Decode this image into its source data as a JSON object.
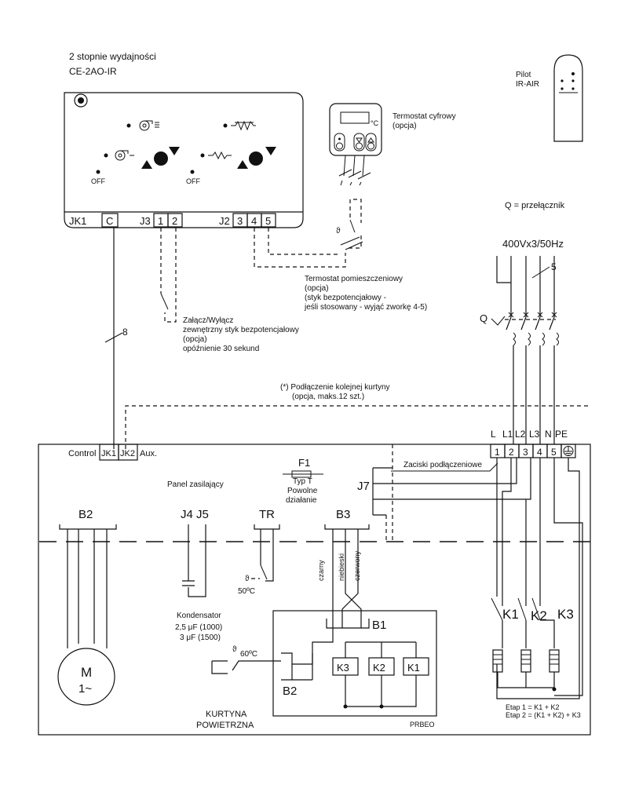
{
  "header": {
    "line1": "2 stopnie wydajności",
    "line2": "CE-2AO-IR"
  },
  "remote": {
    "line1": "Pilot",
    "line2": "IR-AIR"
  },
  "digital_thermostat": {
    "line1": "Termostat cyfrowy",
    "line2": "(opcja)",
    "unit": "°C"
  },
  "control_panel": {
    "off_left": "OFF",
    "off_right": "OFF",
    "jk1": "JK1",
    "c": "C",
    "j3": "J3",
    "j3_1": "1",
    "j3_2": "2",
    "j2": "J2",
    "j2_3": "3",
    "j2_4": "4",
    "j2_5": "5"
  },
  "switch_note": "Q = przełącznik",
  "supply": {
    "voltage": "400Vx3/50Hz",
    "cable_5": "5",
    "q": "Q"
  },
  "room_thermostat": {
    "line1": "Termostat pomieszczeniowy",
    "line2": "(opcja)",
    "line3": "(styk bezpotencjałowy -",
    "line4": "jeśli stosowany - wyjąć zworkę 4-5)"
  },
  "external_switch": {
    "line1": "Załącz/Wyłącz",
    "line2": "zewnętrzny styk bezpotencjałowy",
    "line3": "(opcja)",
    "line4": "opóźnienie 30 sekund"
  },
  "cable_8": "8",
  "theta": "ϑ",
  "next_curtain": {
    "line1": "(*) Podłączenie kolejnej kurtyny",
    "line2": "(opcja, maks.12 szt.)"
  },
  "unit": {
    "control": "Control",
    "jk1": "JK1",
    "jk2": "JK2",
    "aux": "Aux.",
    "panel": "Panel zasilający",
    "f1": "F1",
    "fuse_type": "Typ T",
    "fuse_l1": "Powolne",
    "fuse_l2": "działanie",
    "terminals_label": "Zaciski podłączeniowe",
    "j7": "J7",
    "term_labels": [
      "L",
      "L1",
      "L2",
      "L3",
      "N",
      "PE"
    ],
    "term_nums": [
      "1",
      "2",
      "3",
      "4",
      "5"
    ],
    "b2": "B2",
    "j4j5": "J4 J5",
    "tr": "TR",
    "b3": "B3",
    "motor_m": "M",
    "motor_phase": "1~",
    "tr_temp": "50ºC",
    "wire_black": "czarny",
    "wire_blue": "niebieski",
    "wire_brown": "czerwony",
    "cap_title": "Kondensator",
    "cap_1": "2,5 μF (1000)",
    "cap_2": "3 μF (1500)",
    "b1": "B1",
    "b2_lower": "B2",
    "temp_60": "60ºC",
    "k3": "K3",
    "k2": "K2",
    "k1": "K1",
    "prbeo": "PRBEO",
    "curtain_1": "KURTYNA",
    "curtain_2": "POWIETRZNA",
    "etap1": "Etap 1 = K1 + K2",
    "etap2": "Etap 2 = (K1 + K2) + K3"
  }
}
